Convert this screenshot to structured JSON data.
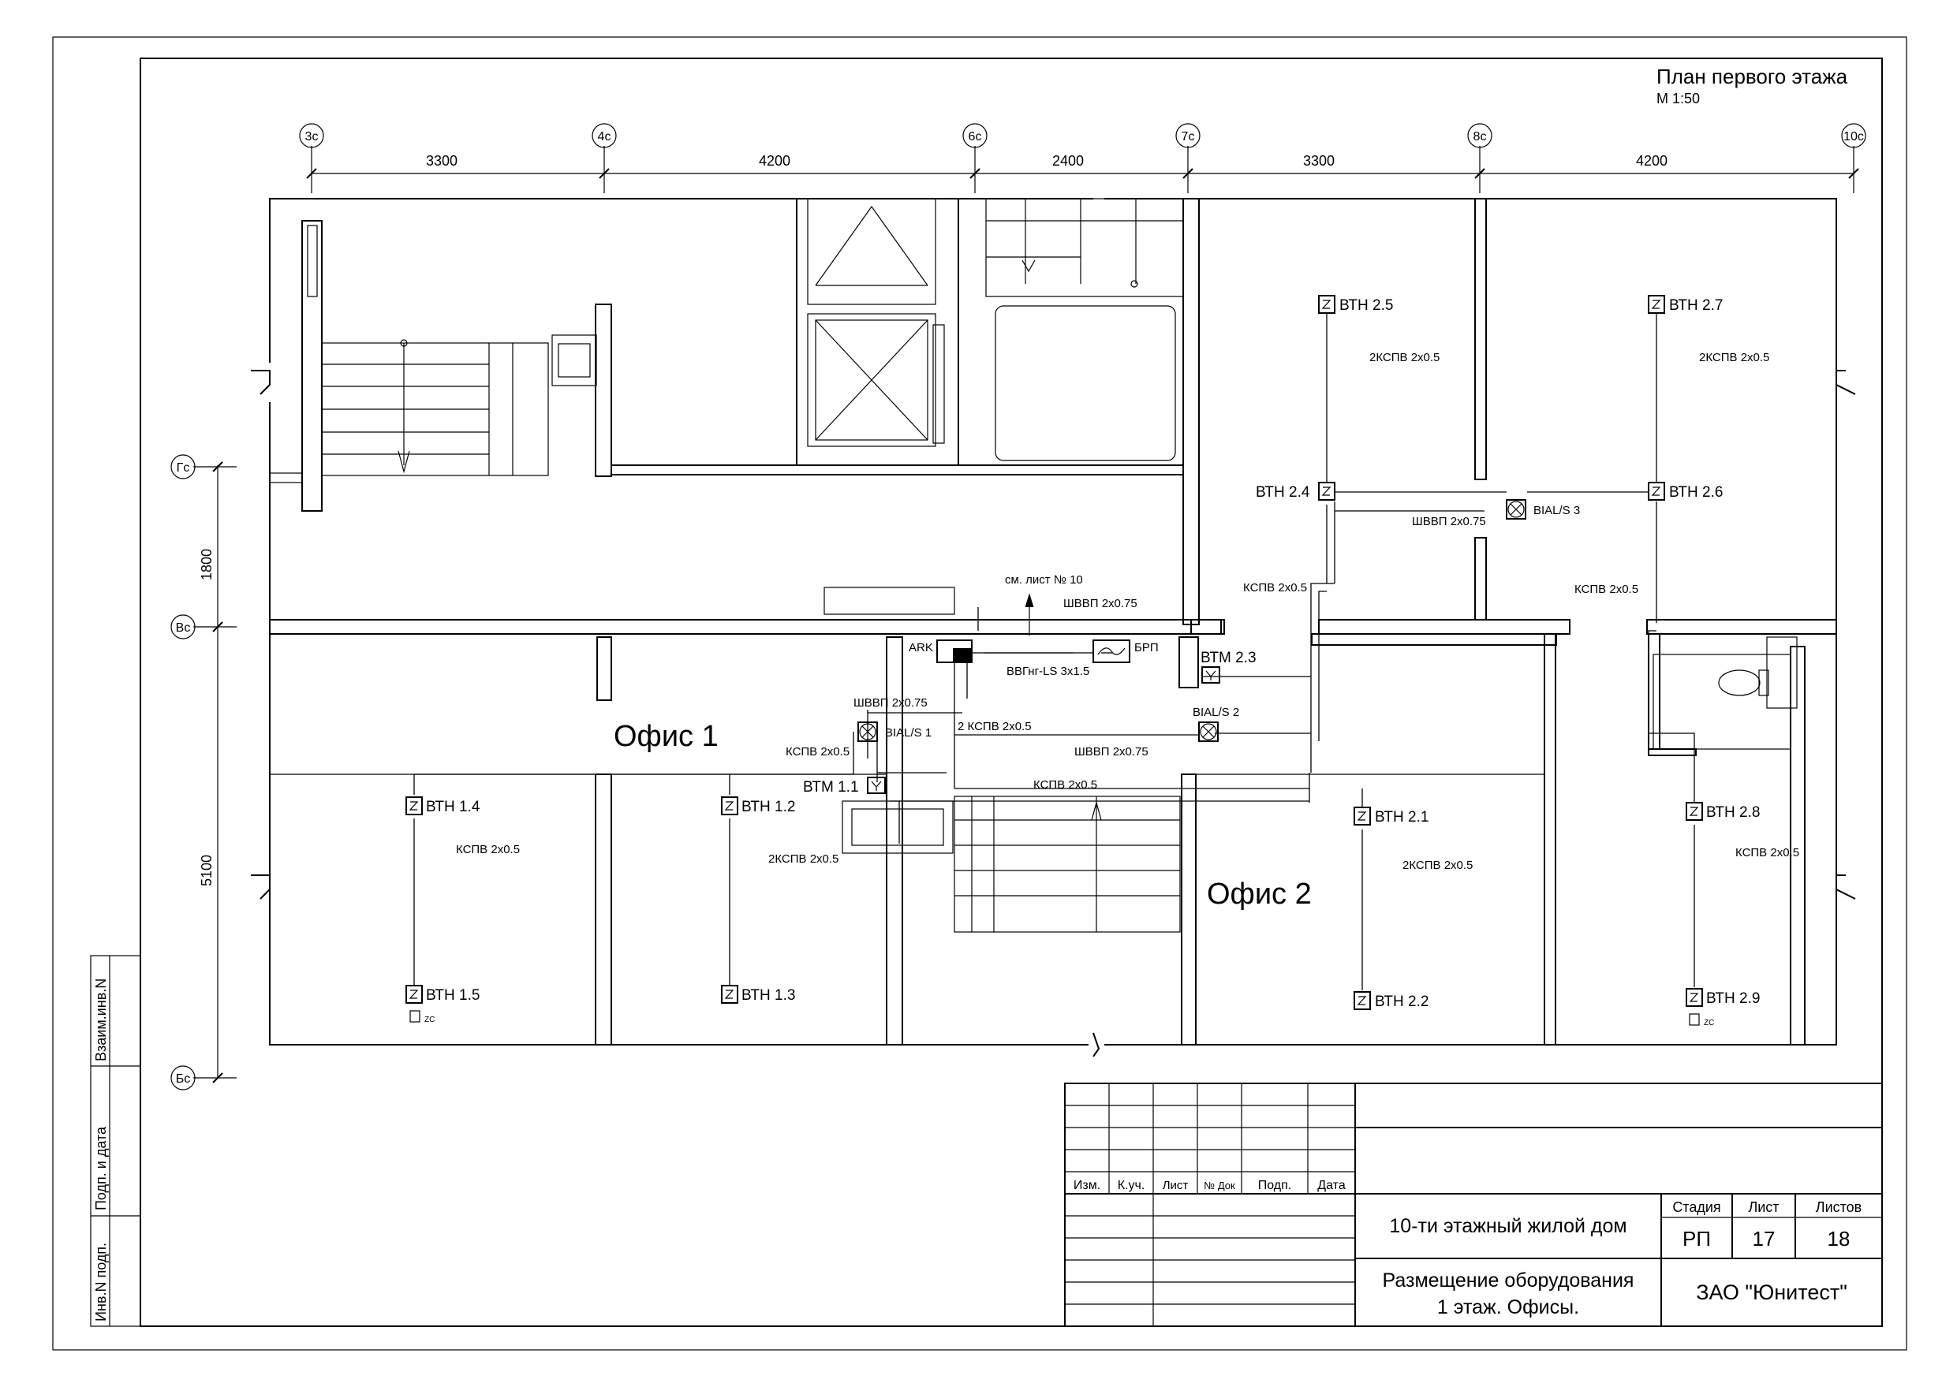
{
  "title": {
    "main": "План первого этажа",
    "scale": "М 1:50"
  },
  "axes_top": [
    "3с",
    "4с",
    "6с",
    "7с",
    "8с",
    "10с"
  ],
  "dims_top": [
    "3300",
    "4200",
    "2400",
    "3300",
    "4200"
  ],
  "axes_left": [
    "Гс",
    "Вс",
    "Бс"
  ],
  "dims_left": [
    "1800",
    "5100"
  ],
  "rooms": {
    "office1": "Офис 1",
    "office2": "Офис 2"
  },
  "devices": {
    "vtn25": "ВТН 2.5",
    "vtn27": "ВТН 2.7",
    "vtn24": "ВТН 2.4",
    "vtn26": "ВТН 2.6",
    "vtn14": "ВТН 1.4",
    "vtn12": "ВТН 1.2",
    "vtn15": "ВТН 1.5",
    "vtn13": "ВТН 1.3",
    "vtn21": "ВТН 2.1",
    "vtn22": "ВТН 2.2",
    "vtn28": "ВТН 2.8",
    "vtn29": "ВТН 2.9",
    "vtm11": "ВТМ 1.1",
    "vtm23": "ВТМ 2.3",
    "bial1": "BIAL/S 1",
    "bial2": "BIAL/S 2",
    "bial3": "BIAL/S 3",
    "ark": "ARK",
    "brp": "БРП",
    "zc": "ZC"
  },
  "cables": {
    "c2kspv": "2КСПВ 2х0.5",
    "kspv": "КСПВ 2х0.5",
    "shvvp": "ШВВП 2х0.75",
    "vvg": "ВВГнг-LS 3х1.5",
    "k2kspv": "2 КСПВ 2х0.5",
    "sheet_ref": "см. лист № 10"
  },
  "side_stamp": [
    "Взаим.инв.N",
    "Подп. и дата",
    "Инв.N подп."
  ],
  "stamp": {
    "headers": [
      "Изм.",
      "К.уч.",
      "Лист",
      "№ Док",
      "Подп.",
      "Дата"
    ],
    "project": "10-ти этажный жилой дом",
    "description_l1": "Размещение оборудования",
    "description_l2": "1 этаж. Офисы.",
    "stage_label": "Стадия",
    "sheet_label": "Лист",
    "sheets_label": "Листов",
    "stage": "РП",
    "sheet": "17",
    "sheets": "18",
    "company": "ЗАО \"Юнитест\""
  }
}
